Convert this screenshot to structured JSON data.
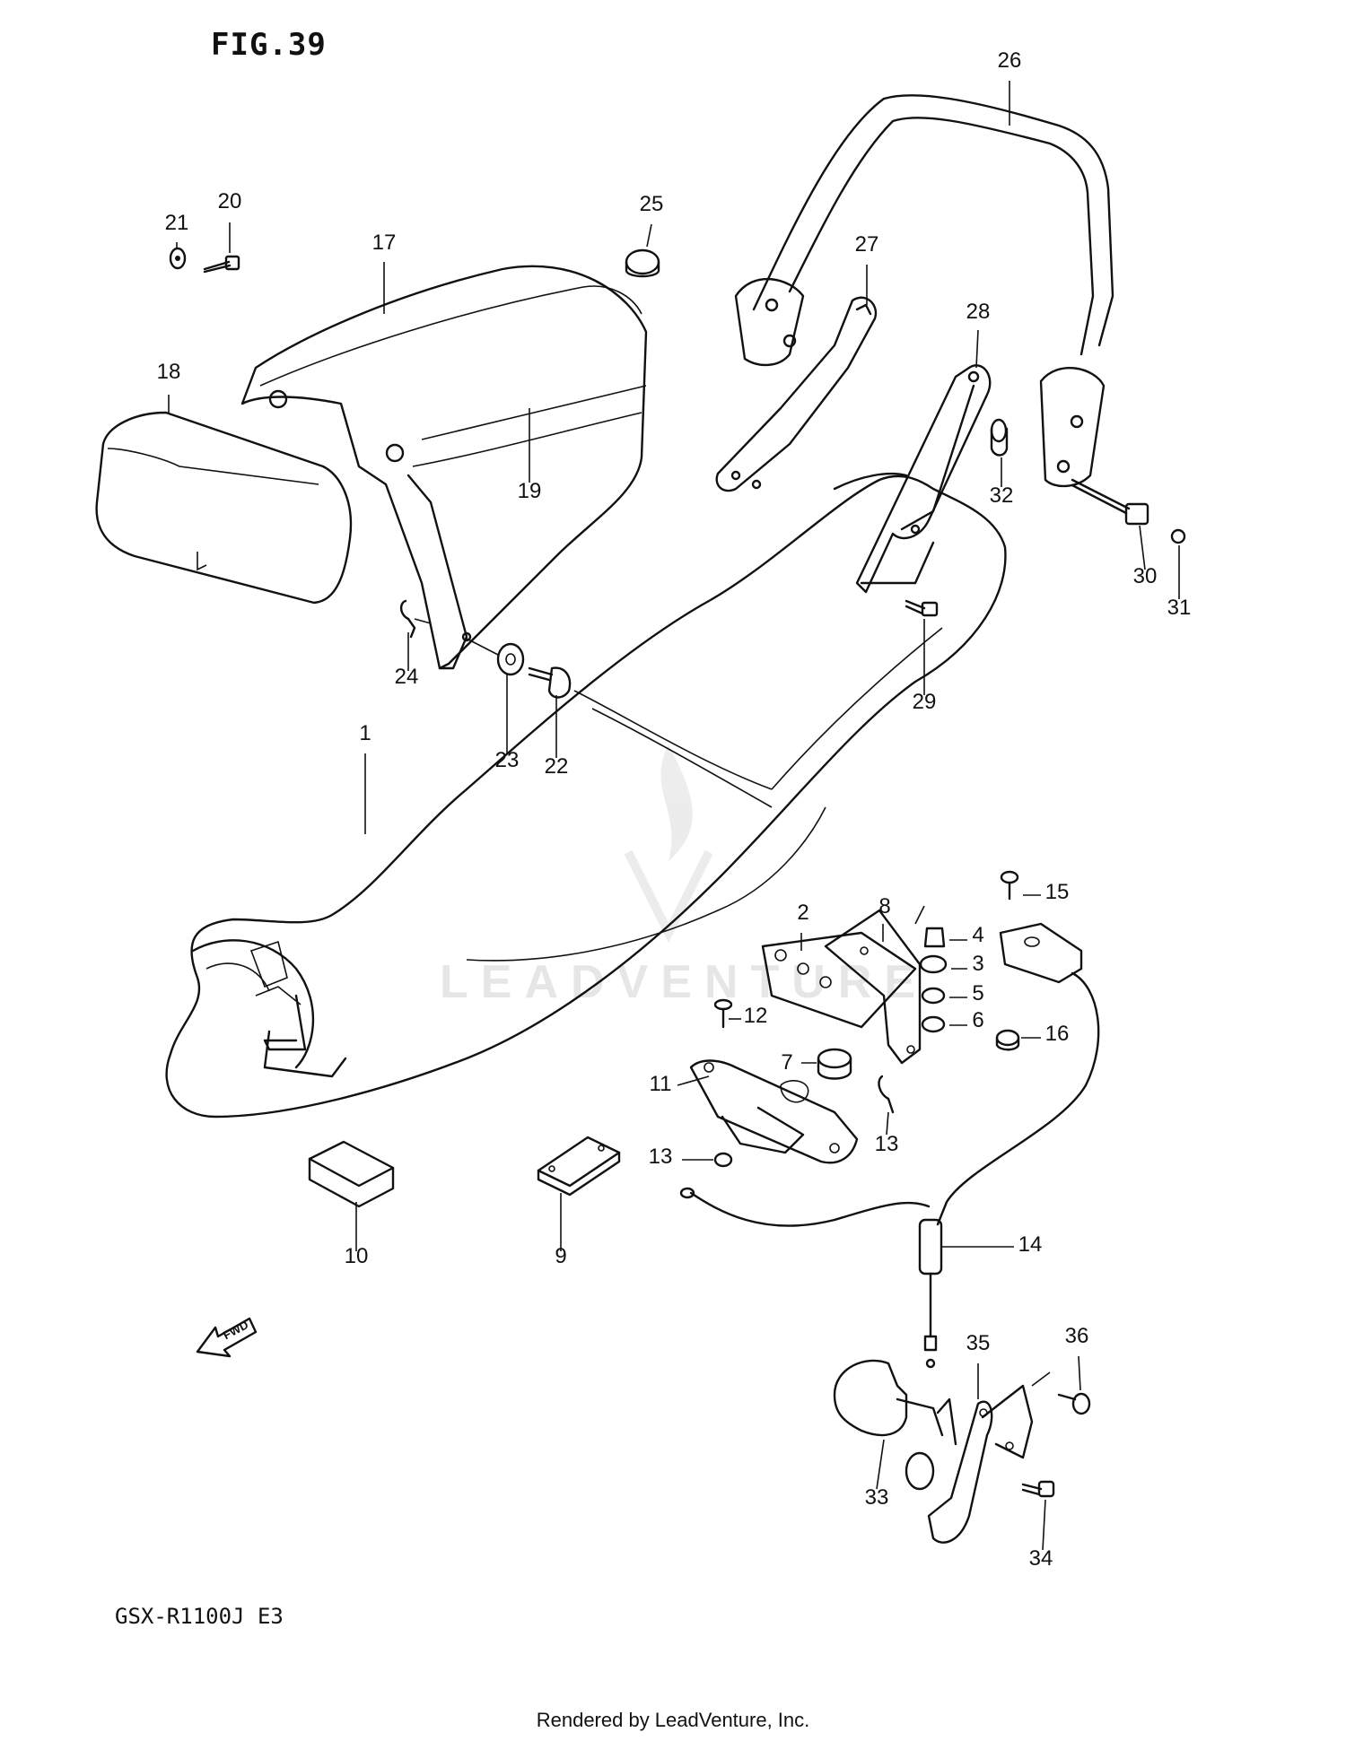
{
  "figure": {
    "title": "FIG.39",
    "model": "GSX-R1100J E3",
    "credit": "Rendered by LeadVenture, Inc.",
    "watermark": "LEADVENTURE",
    "fwd_label": "FWD"
  },
  "parts": [
    {
      "ref": "1"
    },
    {
      "ref": "2"
    },
    {
      "ref": "3"
    },
    {
      "ref": "4"
    },
    {
      "ref": "5"
    },
    {
      "ref": "6"
    },
    {
      "ref": "7"
    },
    {
      "ref": "8"
    },
    {
      "ref": "9"
    },
    {
      "ref": "10"
    },
    {
      "ref": "11"
    },
    {
      "ref": "12"
    },
    {
      "ref": "13"
    },
    {
      "ref": "13"
    },
    {
      "ref": "14"
    },
    {
      "ref": "15"
    },
    {
      "ref": "16"
    },
    {
      "ref": "17"
    },
    {
      "ref": "18"
    },
    {
      "ref": "19"
    },
    {
      "ref": "20"
    },
    {
      "ref": "21"
    },
    {
      "ref": "22"
    },
    {
      "ref": "23"
    },
    {
      "ref": "24"
    },
    {
      "ref": "25"
    },
    {
      "ref": "26"
    },
    {
      "ref": "27"
    },
    {
      "ref": "28"
    },
    {
      "ref": "29"
    },
    {
      "ref": "30"
    },
    {
      "ref": "31"
    },
    {
      "ref": "32"
    },
    {
      "ref": "33"
    },
    {
      "ref": "34"
    },
    {
      "ref": "35"
    },
    {
      "ref": "36"
    }
  ]
}
